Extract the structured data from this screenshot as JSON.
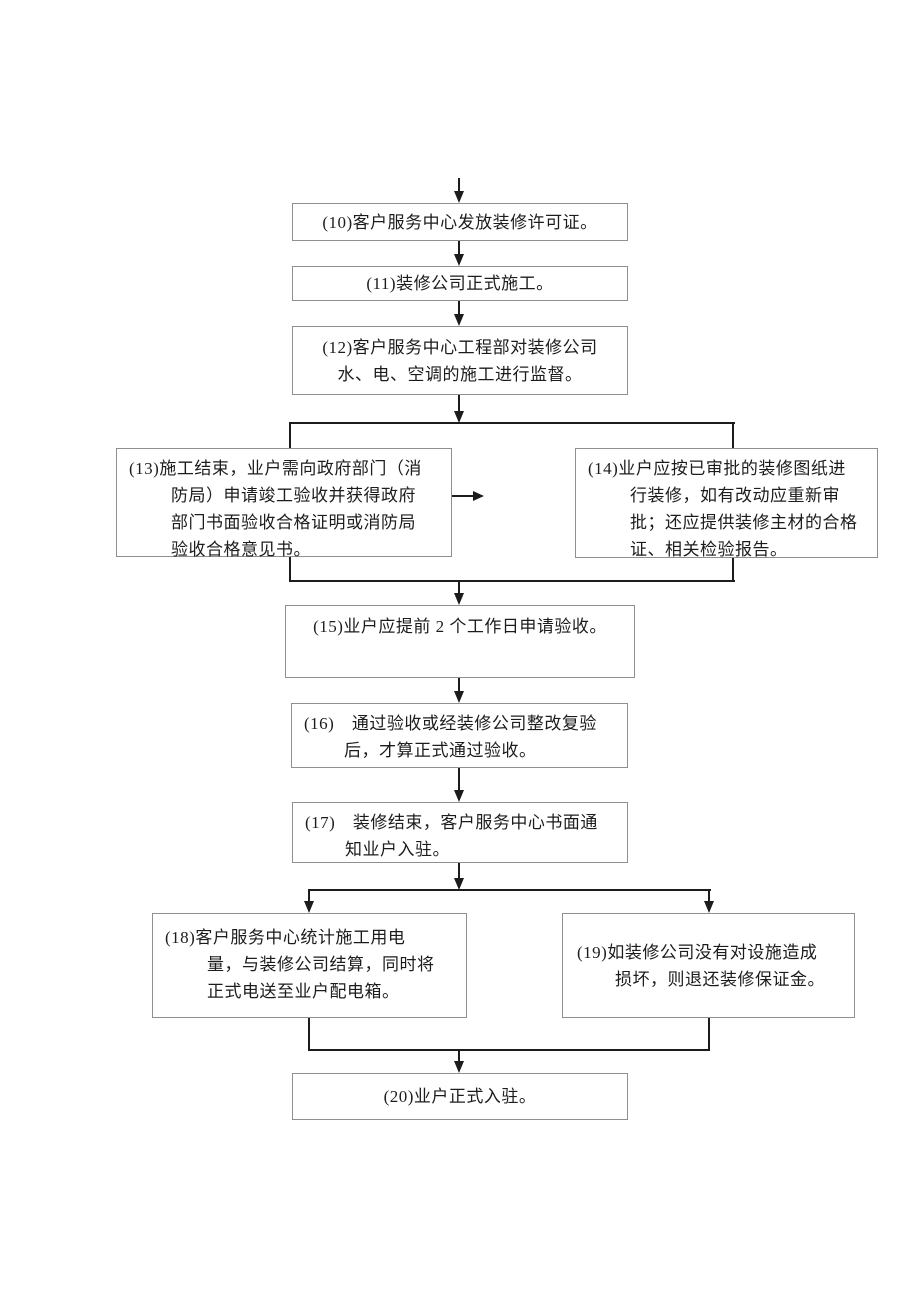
{
  "page": {
    "background_color": "#ffffff",
    "text_color": "#1c1c1c",
    "box_border_color": "#8f8f8f",
    "connector_color": "#1c1c1c"
  },
  "flowchart": {
    "nodes": {
      "n10": {
        "lines": [
          "(10)客户服务中心发放装修许可证。"
        ]
      },
      "n11": {
        "lines": [
          "(11)装修公司正式施工。"
        ]
      },
      "n12": {
        "lines": [
          "(12)客户服务中心工程部对装修公司",
          "水、电、空调的施工进行监督。"
        ]
      },
      "n13": {
        "lines": [
          "(13)施工结束，业户需向政府部门（消",
          "防局）申请竣工验收并获得政府",
          "部门书面验收合格证明或消防局",
          "验收合格意见书。"
        ]
      },
      "n14": {
        "lines": [
          "(14)业户应按已审批的装修图纸进",
          "行装修，如有改动应重新审",
          "批；还应提供装修主材的合格",
          "证、相关检验报告。"
        ]
      },
      "n15": {
        "lines": [
          "(15)业户应提前 2 个工作日申请验收。"
        ]
      },
      "n16": {
        "lines": [
          "(16)　通过验收或经装修公司整改复验",
          "后，才算正式通过验收。"
        ]
      },
      "n17": {
        "lines": [
          "(17)　装修结束，客户服务中心书面通",
          "知业户入驻。"
        ]
      },
      "n18": {
        "lines": [
          "(18)客户服务中心统计施工用电",
          "量，与装修公司结算，同时将",
          "正式电送至业户配电箱。"
        ]
      },
      "n19": {
        "lines": [
          "(19)如装修公司没有对设施造成",
          "损坏，则退还装修保证金。"
        ]
      },
      "n20": {
        "lines": [
          "(20)业户正式入驻。"
        ]
      }
    }
  }
}
